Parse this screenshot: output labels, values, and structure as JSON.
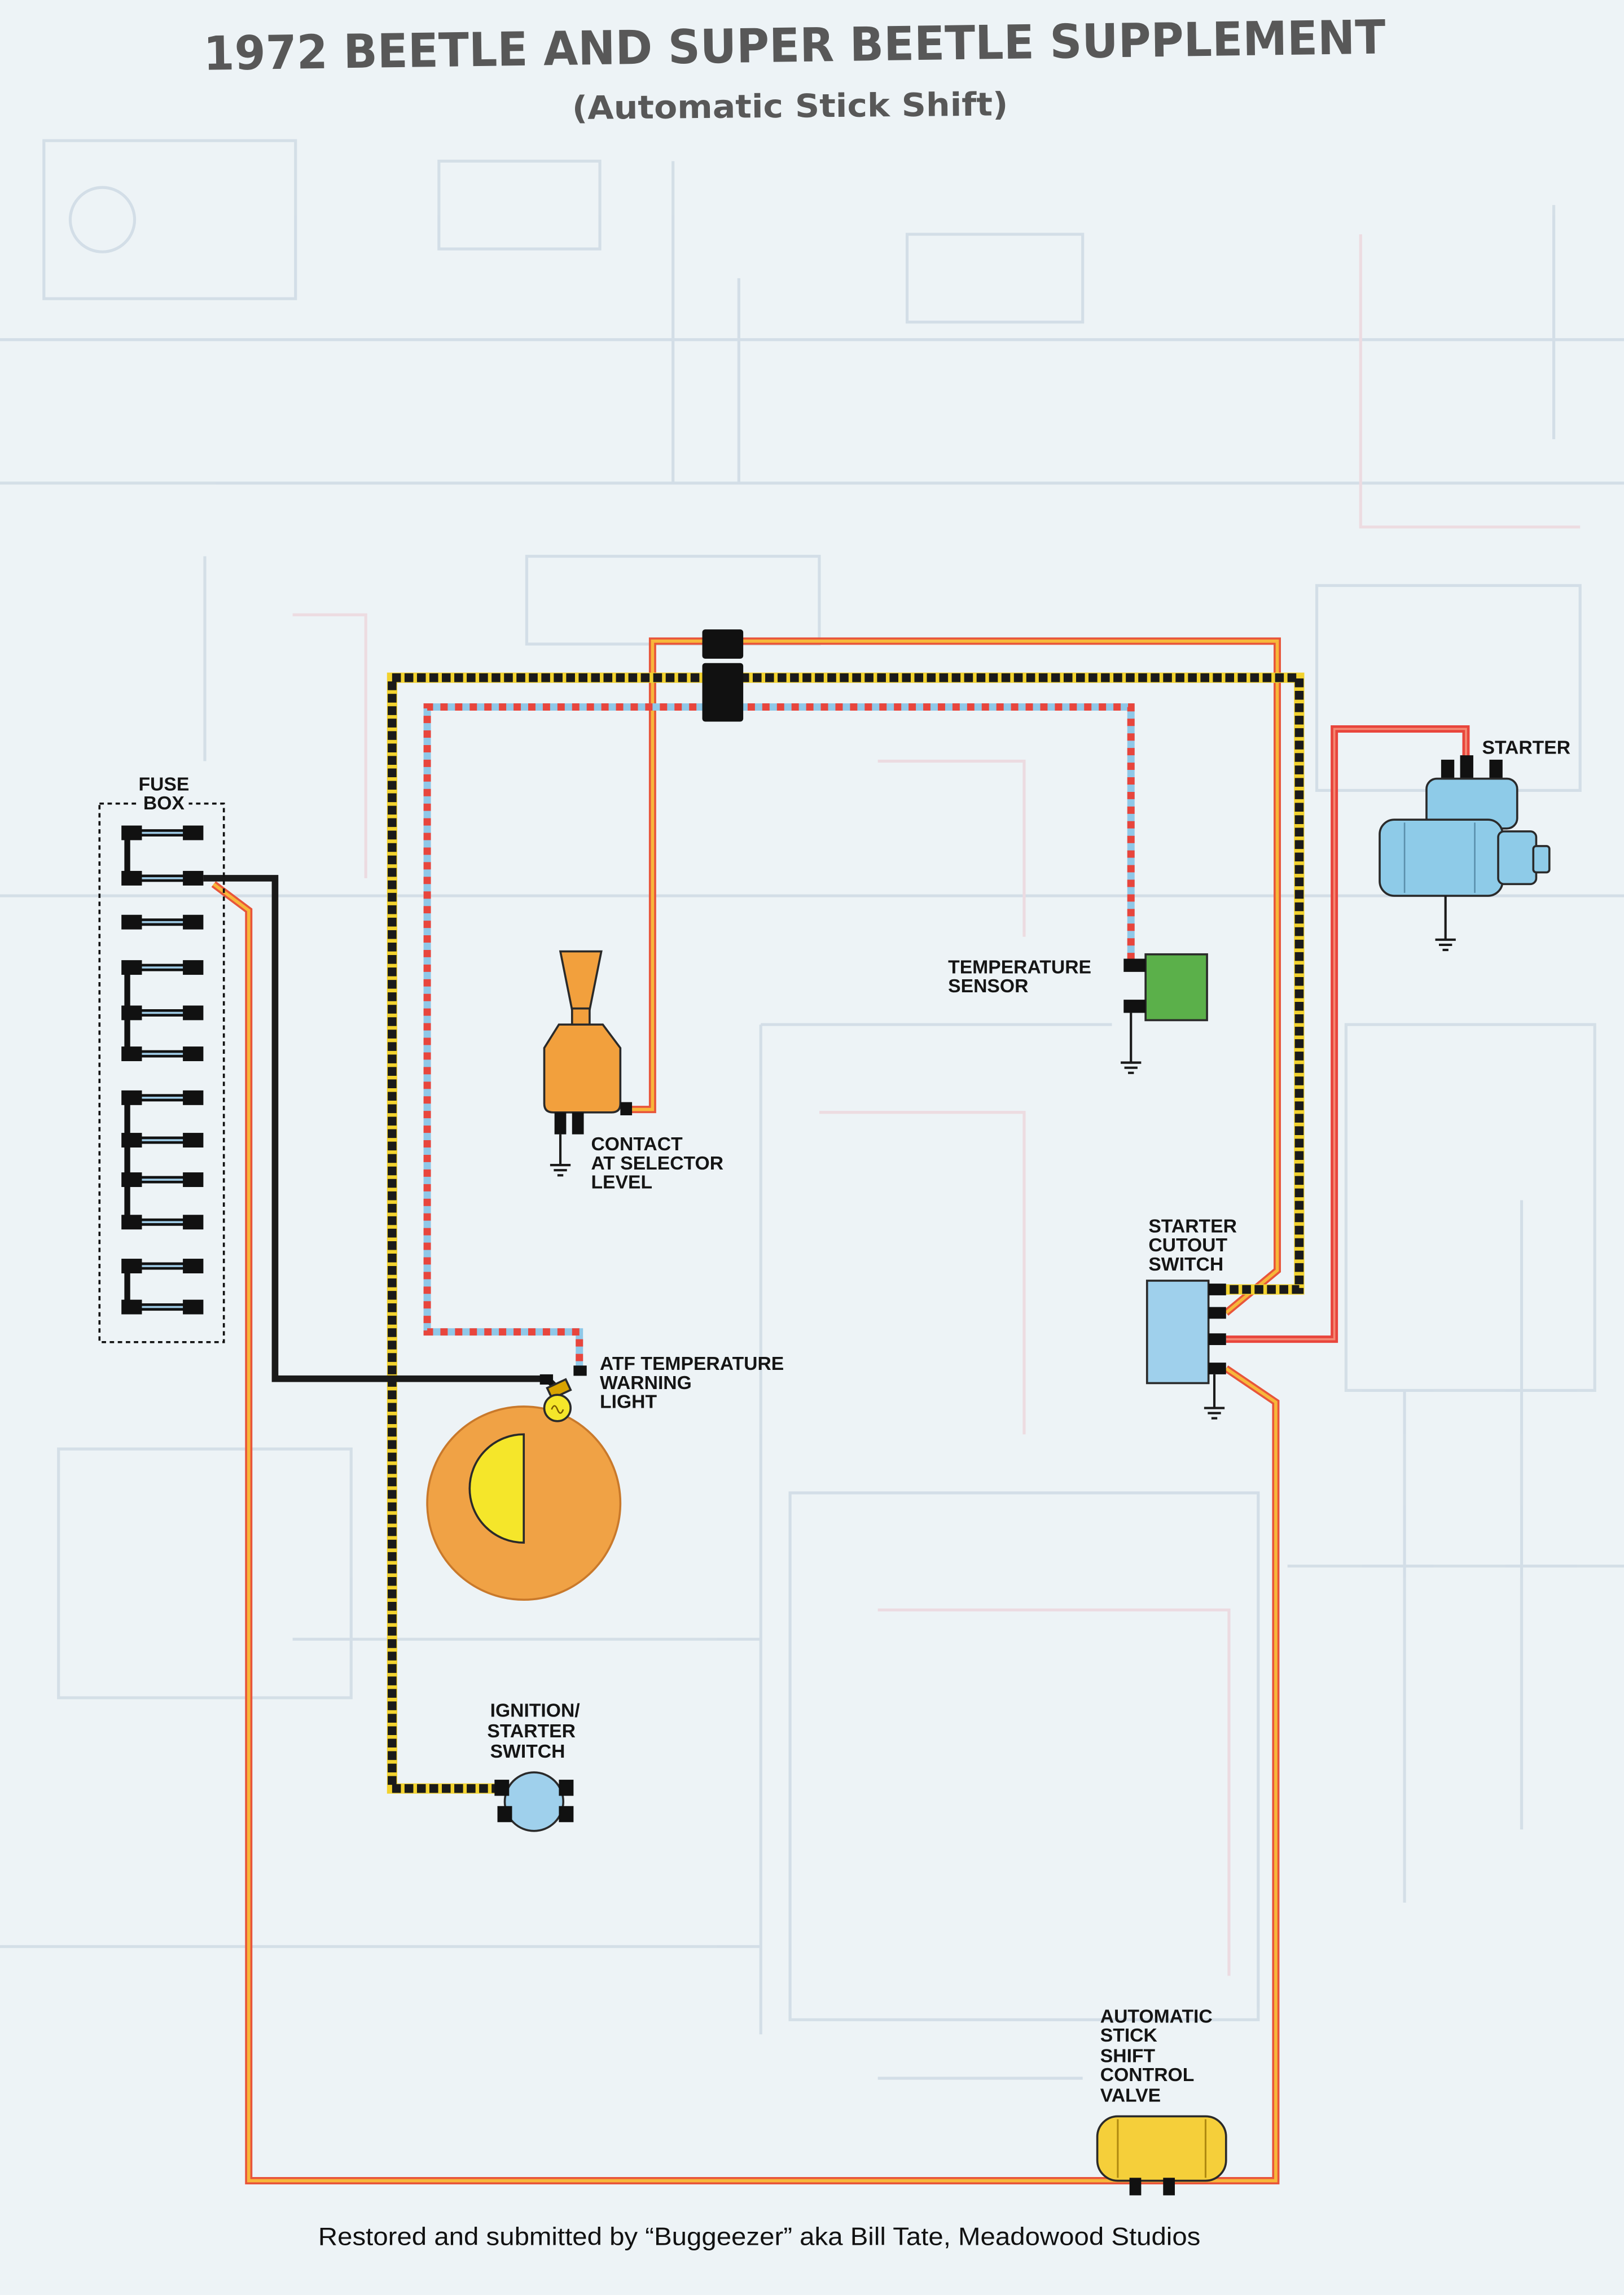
{
  "title": "1972 BEETLE AND SUPER BEETLE SUPPLEMENT",
  "subtitle": "(Automatic Stick Shift)",
  "components": {
    "fuse_box": {
      "label": [
        "FUSE",
        "BOX"
      ]
    },
    "starter": {
      "label": [
        "STARTER"
      ]
    },
    "temperature_sensor": {
      "label": [
        "TEMPERATURE",
        "SENSOR"
      ]
    },
    "selector_contact": {
      "label": [
        "CONTACT",
        "AT SELECTOR",
        "LEVEL"
      ]
    },
    "starter_cutout_switch": {
      "label": [
        "STARTER",
        "CUTOUT",
        "SWITCH"
      ]
    },
    "atf_warning_light": {
      "label": [
        "ATF TEMPERATURE",
        "WARNING",
        "LIGHT"
      ]
    },
    "ignition_starter_switch": {
      "label": [
        "IGNITION/",
        "STARTER",
        "SWITCH"
      ]
    },
    "control_valve": {
      "label": [
        "AUTOMATIC",
        "STICK",
        "SHIFT",
        "CONTROL",
        "VALVE"
      ]
    }
  },
  "footer": "Restored and submitted by “Buggeezer” aka Bill Tate, Meadowood Studios",
  "colors": {
    "background": "#edf3f6",
    "title": "#585858",
    "wire_black": "#1a1a1a",
    "wire_yellow": "#f2d22e",
    "wire_orange": "#f7b73a",
    "wire_orange_edge": "#e8553a",
    "wire_red": "#e8453c",
    "wire_blue": "#8fc8e8",
    "starter_blue": "#8ecbe8",
    "sensor_green": "#5bb04a",
    "contact_orange": "#f2a03d",
    "light_orange": "#f0a245",
    "light_yellow": "#f5e62a",
    "switch_blue": "#9fd0ec",
    "valve_yellow": "#f5cf3a"
  }
}
